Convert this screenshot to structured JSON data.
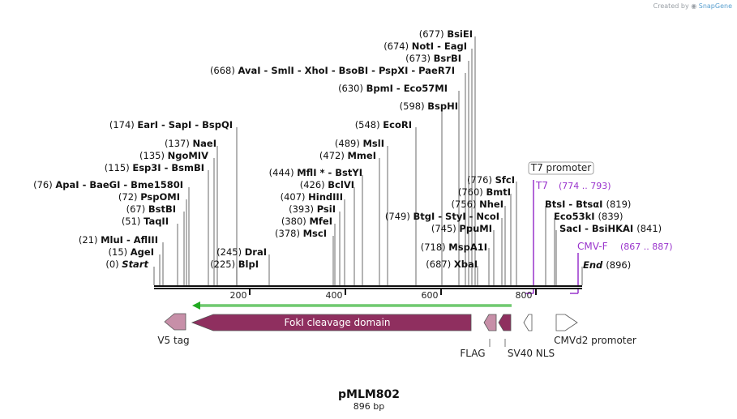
{
  "watermark": {
    "prefix": "Created by",
    "brand": "SnapGene"
  },
  "plasmid": {
    "name": "pMLM802",
    "length_label": "896 bp"
  },
  "axis_ticks": [
    "200",
    "400",
    "600",
    "800"
  ],
  "sites_left": [
    {
      "pos": "(677)",
      "names": "BsiEI"
    },
    {
      "pos": "(674)",
      "names": "NotI  - EagI"
    },
    {
      "pos": "(673)",
      "names": "BsrBI"
    },
    {
      "pos": "(668)",
      "names": "AvaI  - SmlI  - XhoI  - BsoBI  - PspXI  - PaeR7I"
    },
    {
      "pos": "(630)",
      "names": "BpmI  - Eco57MI"
    },
    {
      "pos": "(598)",
      "names": "BspHI"
    },
    {
      "pos": "(548)",
      "names": "EcoRI"
    },
    {
      "pos": "(174)",
      "names": "EarI  - SapI  - BspQI"
    },
    {
      "pos": "(489)",
      "names": "MslI"
    },
    {
      "pos": "(137)",
      "names": "NaeI"
    },
    {
      "pos": "(472)",
      "names": "MmeI"
    },
    {
      "pos": "(135)",
      "names": "NgoMIV"
    },
    {
      "pos": "(115)",
      "names": "Esp3I  - BsmBI"
    },
    {
      "pos": "(444)",
      "names": "MflI * - BstYI"
    },
    {
      "pos": "(776)",
      "names": "SfcI"
    },
    {
      "pos": "(426)",
      "names": "BclVI"
    },
    {
      "pos": "(76)",
      "names": "ApaI  - BaeGI  - Bme1580I"
    },
    {
      "pos": "(760)",
      "names": "BmtI"
    },
    {
      "pos": "(72)",
      "names": "PspOMI"
    },
    {
      "pos": "(407)",
      "names": "HindIII"
    },
    {
      "pos": "(756)",
      "names": "NheI"
    },
    {
      "pos": "(67)",
      "names": "BstBI"
    },
    {
      "pos": "(393)",
      "names": "PsiI"
    },
    {
      "pos": "(749)",
      "names": "BtgI  - StyI  - NcoI"
    },
    {
      "pos": "(51)",
      "names": "TaqII"
    },
    {
      "pos": "(380)",
      "names": "MfeI"
    },
    {
      "pos": "(745)",
      "names": "PpuMI"
    },
    {
      "pos": "(378)",
      "names": "MscI"
    },
    {
      "pos": "(21)",
      "names": "MluI  - AflIII"
    },
    {
      "pos": "(718)",
      "names": "MspA1I"
    },
    {
      "pos": "(245)",
      "names": "DraI"
    },
    {
      "pos": "(15)",
      "names": "AgeI"
    },
    {
      "pos": "(687)",
      "names": "XbaI"
    },
    {
      "pos": "(225)",
      "names": "BlpI"
    },
    {
      "pos": "(0)",
      "names": "Start"
    }
  ],
  "sites_right": [
    {
      "names": "BtsI  - BtsαI",
      "pos": "(819)"
    },
    {
      "names": "Eco53kI",
      "pos": "(839)"
    },
    {
      "names": "SacI  - BsiHKAI",
      "pos": "(841)"
    },
    {
      "names": "End",
      "pos": "(896)"
    }
  ],
  "primers": [
    {
      "name": "T7",
      "range": "(774 .. 793)",
      "color": "#9933cc"
    },
    {
      "name": "CMV-F",
      "range": "(867 .. 887)",
      "color": "#9933cc"
    }
  ],
  "callout": {
    "label": "T7 promoter"
  },
  "features": [
    {
      "label": "V5 tag",
      "color": "#c78fa8"
    },
    {
      "label": "FokI cleavage domain",
      "color": "#8f2f5f"
    },
    {
      "label": "FLAG",
      "color": "#c78fa8"
    },
    {
      "label": "SV40 NLS",
      "color": "#8f2f5f"
    },
    {
      "label": "CMVd2 promoter",
      "color": "#ffffff"
    }
  ],
  "colors": {
    "orf": "#22aa22",
    "backbone": "#111111"
  }
}
